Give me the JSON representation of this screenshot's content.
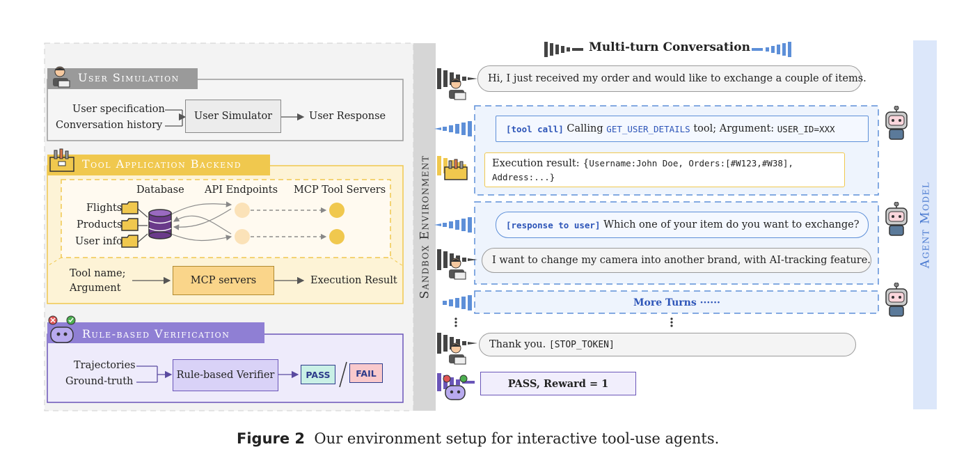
{
  "header": {
    "title": "Multi-turn Conversation"
  },
  "sandbox": {
    "label": "Sandbox Environment"
  },
  "agent": {
    "label": "Agent Model"
  },
  "user_sim": {
    "title": "User Simulation",
    "inputs": [
      "User specification",
      "Conversation history"
    ],
    "box": "User Simulator",
    "output": "User Response"
  },
  "tool_backend": {
    "title": "Tool Application Backend",
    "db_label": "Database",
    "api_label": "API Endpoints",
    "mcp_label": "MCP Tool Servers",
    "db_items": [
      "Flights",
      "Products",
      "User info"
    ],
    "input": [
      "Tool name;",
      "Argument"
    ],
    "box": "MCP servers",
    "output": "Execution Result"
  },
  "verification": {
    "title": "Rule-based Verification",
    "inputs": [
      "Trajectories",
      "Ground-truth"
    ],
    "box": "Rule-based Verifier",
    "pass": "PASS",
    "fail": "FAIL"
  },
  "conversation": {
    "user_msg_1": "Hi, I just received my order and would like to exchange a couple of items.",
    "tool_call_tag": "[tool call]",
    "tool_call_text": "Calling",
    "tool_call_fn": "GET_USER_DETAILS",
    "tool_call_mid": "tool; Argument:",
    "tool_call_arg": "USER_ID=XXX",
    "exec_prefix": "Execution result: {",
    "exec_line1": "Username:John Doe, Orders:[#W123,#W38],",
    "exec_line2": "Address:...}",
    "response_tag": "[response to user]",
    "response_text": "Which one of your item do you want to exchange?",
    "user_msg_2": "I want to change my camera into another brand, with AI-tracking feature.",
    "more_turns": "More Turns ······",
    "user_msg_3_text": "Thank you.",
    "user_msg_3_token": "[STOP_TOKEN]",
    "result": "PASS, Reward = 1"
  },
  "caption": {
    "label": "Figure 2",
    "text": "Our environment setup for interactive tool-use agents."
  },
  "colors": {
    "gray_panel": "#f2f2f2",
    "tool_panel": "#fdf3d6",
    "tool_border": "#f0c84e",
    "verify_panel": "#eeebfb",
    "verify_border": "#6a55b8",
    "blue": "#5d8fd8",
    "agent_bar": "#dce7fa"
  }
}
